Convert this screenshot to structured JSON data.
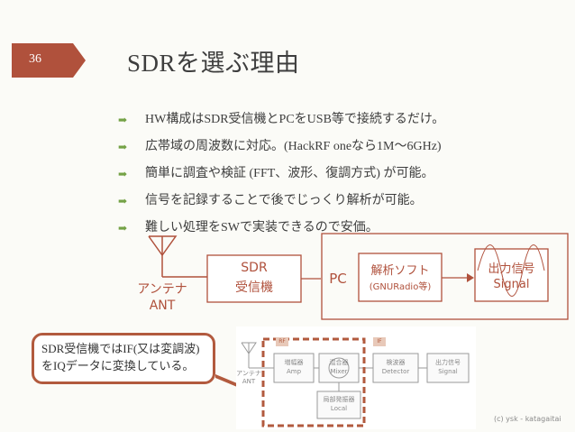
{
  "slide": {
    "number": "36",
    "title": "SDRを選ぶ理由",
    "bullets": [
      "HW構成はSDR受信機とPCをUSB等で接続するだけ。",
      "広帯域の周波数に対応。(HackRF oneなら1M〜6GHz)",
      "簡単に調査や検証 (FFT、波形、復調方式) が可能。",
      "信号を記録することで後でじっくり解析が可能。",
      "難しい処理をSWで実装できるので安価。"
    ],
    "bullet_icon": "arrow-bullet-icon",
    "accent_color": "#b0513c",
    "bullet_color": "#74a246"
  },
  "diagram": {
    "antenna_label": "アンテナ",
    "antenna_label_en": "ANT",
    "sdr_line1": "SDR",
    "sdr_line2": "受信機",
    "pc_label": "PC",
    "analysis_line1": "解析ソフト",
    "analysis_line2": "(GNURadio等)",
    "output_line1": "出力信号",
    "output_line2": "Signal"
  },
  "inset": {
    "rf_label": "RF",
    "if_label": "IF",
    "antenna": "アンテナ",
    "antenna_en": "ANT",
    "amp_ja": "増幅器",
    "amp_en": "Amp",
    "mixer_ja": "混合器",
    "mixer_en": "Mixer",
    "detector_ja": "検波器",
    "detector_en": "Detector",
    "signal_ja": "出力信号",
    "signal_en": "Signal",
    "local_ja": "局部発振器",
    "local_en": "Local"
  },
  "callout": {
    "line1": "SDR受信機ではIF(又は変調波)",
    "line2": "をIQデータに変換している。"
  },
  "footer": {
    "copyright": "(c) ysk - katagaitai"
  }
}
